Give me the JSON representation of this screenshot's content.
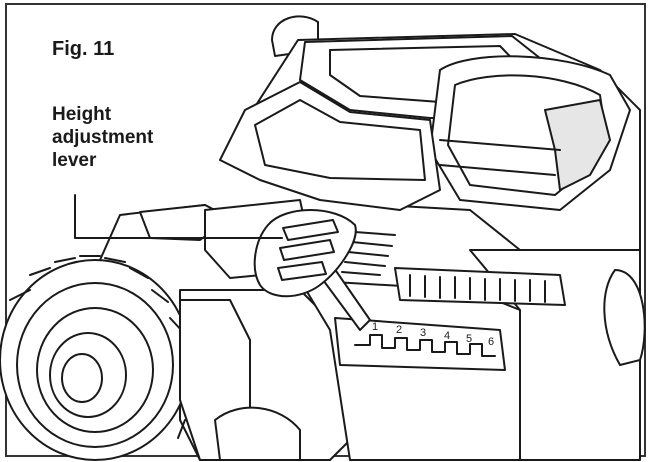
{
  "figure": {
    "label": "Fig. 11"
  },
  "callout": {
    "lines": [
      "Height",
      "adjustment",
      "lever"
    ]
  },
  "height_scale": {
    "positions": [
      "1",
      "2",
      "3",
      "4",
      "5",
      "6"
    ]
  },
  "colors": {
    "line": "#1a1a1a",
    "background": "#ffffff",
    "shade": "#e6e6e6"
  }
}
